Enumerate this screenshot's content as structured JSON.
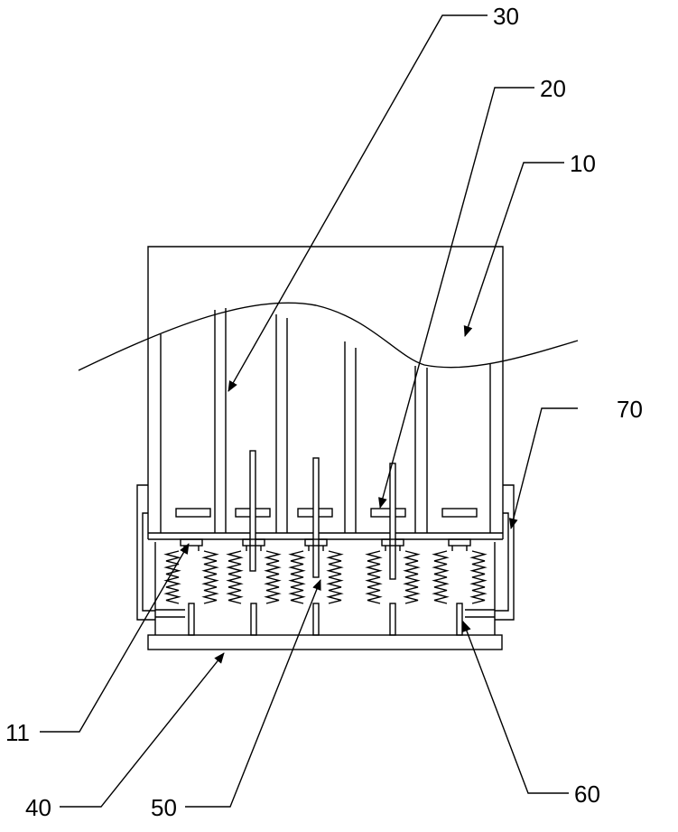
{
  "labels": {
    "l30": "30",
    "l20": "20",
    "l10": "10",
    "l70": "70",
    "l11": "11",
    "l40": "40",
    "l50": "50",
    "l60": "60"
  }
}
